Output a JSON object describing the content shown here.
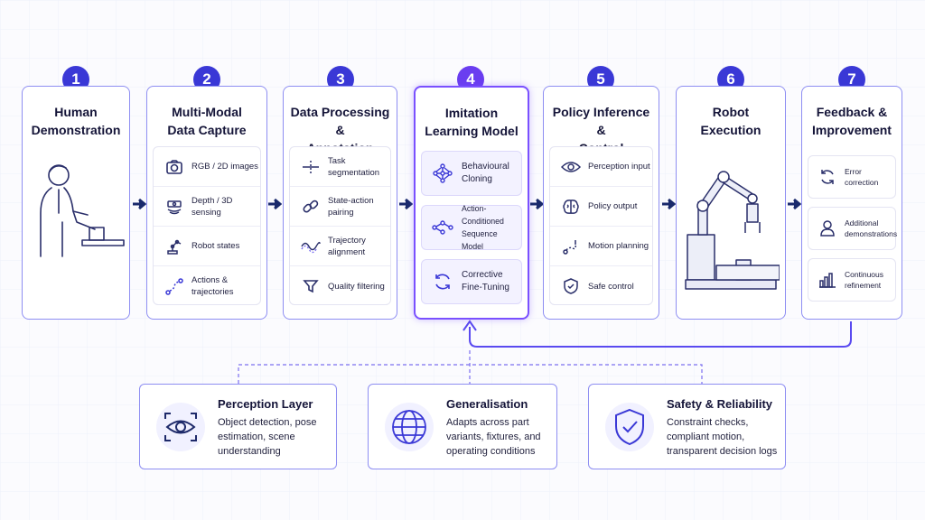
{
  "steps": [
    {
      "num": "1",
      "title_line1": "Human",
      "title_line2": "Demonstration"
    },
    {
      "num": "2",
      "title_line1": "Multi-Modal",
      "title_line2": "Data Capture",
      "items": [
        "RGB / 2D images",
        "Depth / 3D sensing",
        "Robot states",
        "Actions &",
        "trajectories"
      ]
    },
    {
      "num": "3",
      "title_line1": "Data Processing &",
      "title_line2": "Annotation",
      "items": [
        "Task segmentation",
        "State-action pairing",
        "Trajectory alignment",
        "Quality filtering"
      ]
    },
    {
      "num": "4",
      "title_line1": "Imitation",
      "title_line2": "Learning Model",
      "items": [
        {
          "l1": "Behavioural",
          "l2": "Cloning"
        },
        {
          "l1": "Action-Conditioned",
          "l2": "Sequence Model"
        },
        {
          "l1": "Corrective",
          "l2": "Fine-Tuning"
        }
      ]
    },
    {
      "num": "5",
      "title_line1": "Policy Inference &",
      "title_line2": "Control",
      "items": [
        "Perception input",
        "Policy output",
        "Motion planning",
        "Safe control"
      ]
    },
    {
      "num": "6",
      "title_line1": "Robot",
      "title_line2": "Execution"
    },
    {
      "num": "7",
      "title_line1": "Feedback &",
      "title_line2": "Improvement",
      "items": [
        {
          "l1": "Error correction",
          "l2": ""
        },
        {
          "l1": "Additional",
          "l2": "demonstrations"
        },
        {
          "l1": "Continuous",
          "l2": "refinement"
        }
      ]
    }
  ],
  "bottom": [
    {
      "title": "Perception Layer",
      "l1": "Object detection, pose",
      "l2": "estimation, scene",
      "l3": "understanding",
      "icon": "eye-scan-icon"
    },
    {
      "title": "Generalisation",
      "l1": "Adapts across part",
      "l2": "variants, fixtures, and",
      "l3": "operating conditions",
      "icon": "globe-icon"
    },
    {
      "title": "Safety & Reliability",
      "l1": "Constraint checks,",
      "l2": "compliant motion,",
      "l3": "transparent decision logs",
      "icon": "shield-check-icon"
    }
  ],
  "colors": {
    "accent": "#3a38d6",
    "active": "#6a3df0",
    "border": "#8e8ef2",
    "arrow": "#1a2a6c"
  }
}
